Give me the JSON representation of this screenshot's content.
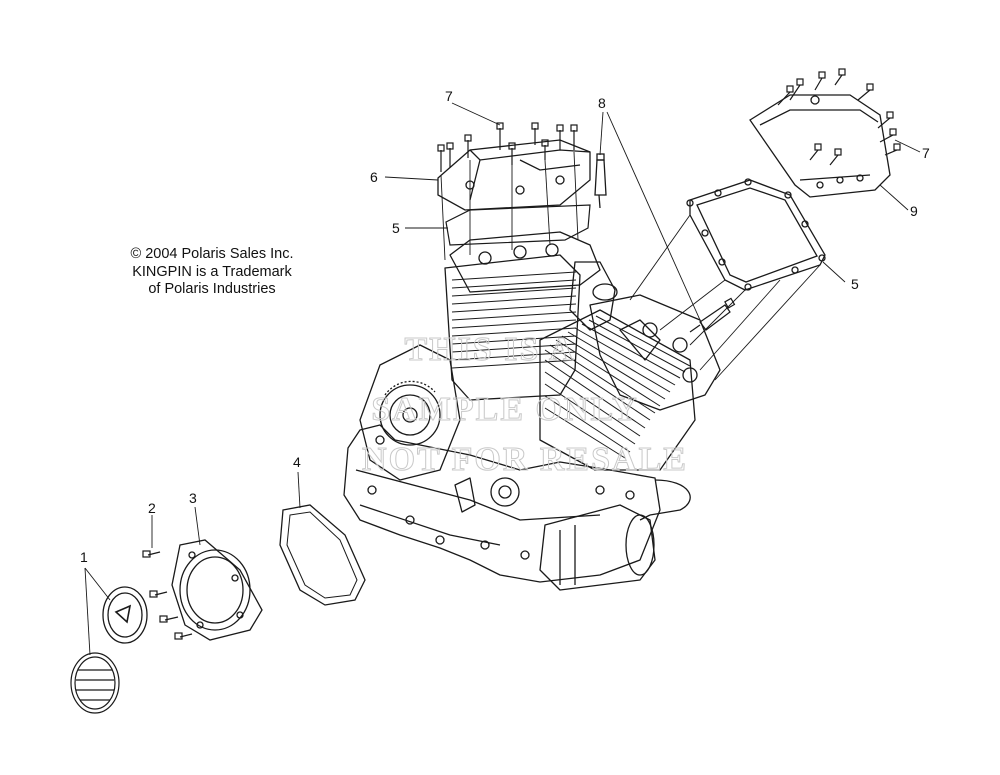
{
  "copyright": {
    "line1": "© 2004 Polaris Sales Inc.",
    "line2": "KINGPIN is a Trademark",
    "line3": "of Polaris Industries"
  },
  "callouts": [
    {
      "id": "c1",
      "label": "1"
    },
    {
      "id": "c2",
      "label": "2"
    },
    {
      "id": "c3",
      "label": "3"
    },
    {
      "id": "c4",
      "label": "4"
    },
    {
      "id": "c5a",
      "label": "5"
    },
    {
      "id": "c5b",
      "label": "5"
    },
    {
      "id": "c6",
      "label": "6"
    },
    {
      "id": "c7a",
      "label": "7"
    },
    {
      "id": "c7b",
      "label": "7"
    },
    {
      "id": "c8",
      "label": "8"
    },
    {
      "id": "c9",
      "label": "9"
    }
  ],
  "watermark": {
    "line1": "THIS IS A",
    "line2": "SAMPLE ONLY",
    "line3": "NOT FOR RESALE"
  },
  "colors": {
    "line": "#1a1a1a",
    "watermark": "#c9c9c9",
    "background": "#ffffff"
  }
}
